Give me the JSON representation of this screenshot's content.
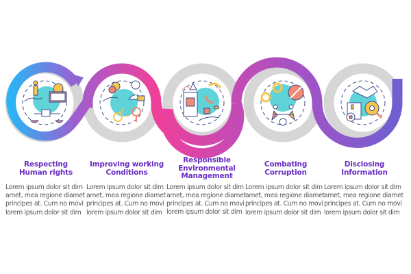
{
  "colors": {
    "title": "#6a2fc4",
    "body_text": "#555555",
    "track_gray": "#d6d6d6",
    "gradient": [
      "#2ab4f5",
      "#9b5fd0",
      "#f0409a",
      "#c34bb5",
      "#9b55c8",
      "#6f5fd1"
    ],
    "icon_teal": "#5fd3d8",
    "icon_yellow": "#f5c54e",
    "icon_salmon": "#f08a72",
    "icon_outline": "#3b4a8c"
  },
  "steps": [
    {
      "title_lines": [
        "Respecting",
        "Human rights"
      ],
      "icon": "human-rights-icon",
      "body_lines": [
        "Lorem ipsum dolor sit dim",
        "amet, mea regione diamet",
        "principes at. Cum no movi",
        "lorem ipsum dolor sit dim"
      ]
    },
    {
      "title_lines": [
        "Improving working",
        "Conditions"
      ],
      "icon": "working-conditions-icon",
      "body_lines": [
        "Lorem ipsum dolor sit dim",
        "amet, mea regione diamet",
        "principes at. Cum no movi",
        "lorem ipsum dolor sit dim"
      ]
    },
    {
      "title_lines": [
        "Responsible",
        "Environmental",
        "Management"
      ],
      "icon": "environmental-management-icon",
      "body_lines": [
        "Lorem ipsum dolor sit dim",
        "amet, mea regione diamet",
        "principes at. Cum no movi",
        "lorem ipsum dolor sit dim"
      ]
    },
    {
      "title_lines": [
        "Combating",
        "Corruption"
      ],
      "icon": "anti-corruption-icon",
      "body_lines": [
        "Lorem ipsum dolor sit dim",
        "amet, mea regione diamet",
        "principes at. Cum no movi",
        "lorem ipsum dolor sit dim"
      ]
    },
    {
      "title_lines": [
        "Disclosing",
        "Information"
      ],
      "icon": "disclosing-information-icon",
      "body_lines": [
        "Lorem ipsum dolor sit dim",
        "amet, mea regione diamet",
        "principes at. Cum no movi",
        "lorem ipsum dolor sit dim"
      ]
    }
  ]
}
